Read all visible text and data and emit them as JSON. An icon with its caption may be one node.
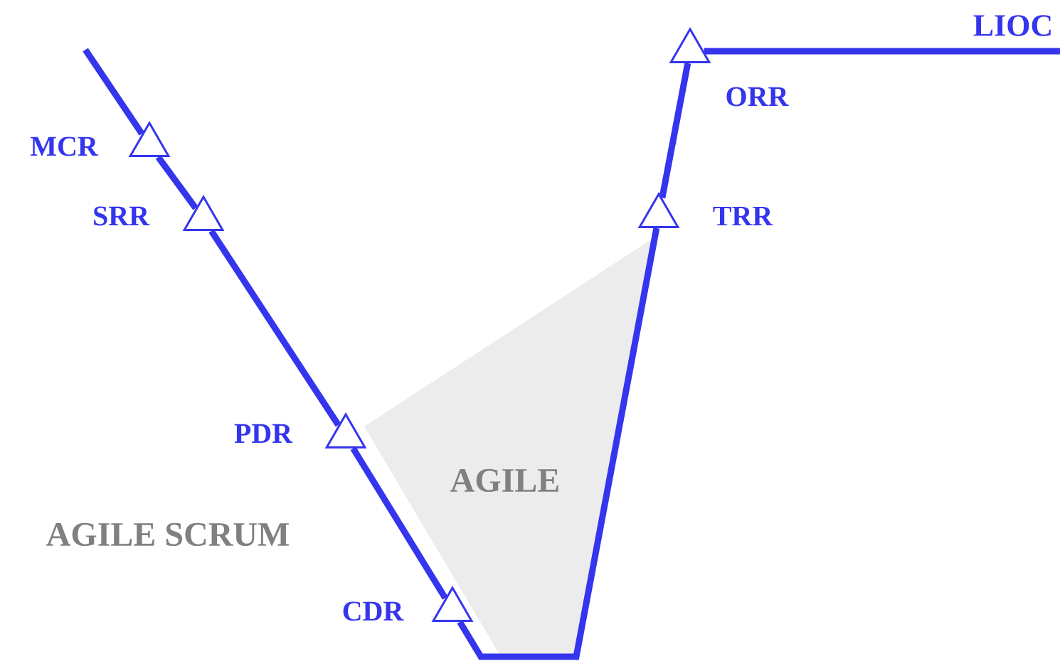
{
  "diagram": {
    "nodes": [
      {
        "text": [
          "MCR"
        ]
      },
      {
        "text": [
          "SRR"
        ]
      },
      {
        "text": [
          "PDR"
        ]
      },
      {
        "text": [
          "CDR"
        ]
      },
      {
        "text": [
          "TRR"
        ]
      },
      {
        "text": [
          "ORR"
        ]
      },
      {
        "text": [
          "LIOC"
        ]
      },
      {
        "text": [
          "AGILE"
        ]
      }
    ],
    "edges": [
      {
        "from": null,
        "to": 0,
        "arrow": "none"
      },
      {
        "from": 0,
        "to": 1,
        "arrow": "none"
      },
      {
        "from": 1,
        "to": 2,
        "arrow": "none"
      },
      {
        "from": 2,
        "to": 3,
        "arrow": "none"
      },
      {
        "from": 3,
        "to": 4,
        "arrow": "none"
      },
      {
        "from": 4,
        "to": 5,
        "arrow": "none"
      },
      {
        "from": 5,
        "to": 6,
        "arrow": "none"
      }
    ],
    "labels": [
      "AGILE SCRUM"
    ]
  }
}
